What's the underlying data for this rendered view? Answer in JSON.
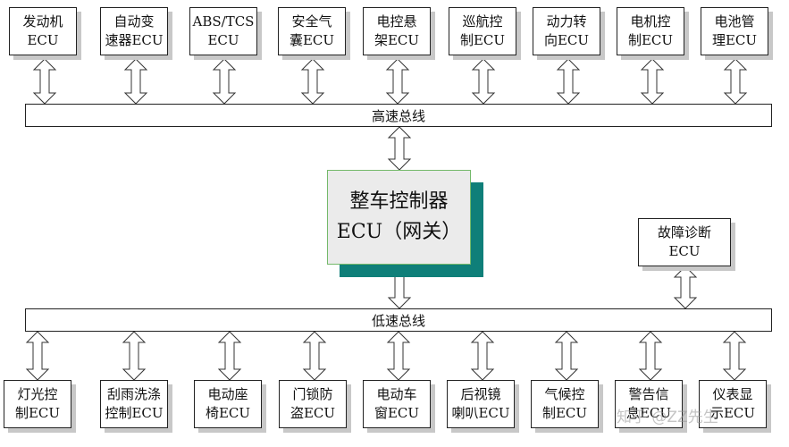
{
  "top_ecus": [
    {
      "line1": "发动机",
      "line2": "ECU"
    },
    {
      "line1": "自动变",
      "line2": "速器ECU"
    },
    {
      "line1": "ABS/TCS",
      "line2": "ECU"
    },
    {
      "line1": "安全气",
      "line2": "囊ECU"
    },
    {
      "line1": "电控悬",
      "line2": "架ECU"
    },
    {
      "line1": "巡航控",
      "line2": "制ECU"
    },
    {
      "line1": "动力转",
      "line2": "向ECU"
    },
    {
      "line1": "电机控",
      "line2": "制ECU"
    },
    {
      "line1": "电池管",
      "line2": "理ECU"
    }
  ],
  "high_speed_bus": "高速总线",
  "gateway": {
    "line1": "整车控制器",
    "line2": "ECU（网关）"
  },
  "diagnostic": {
    "line1": "故障诊断",
    "line2": "ECU"
  },
  "low_speed_bus": "低速总线",
  "bottom_ecus": [
    {
      "line1": "灯光控",
      "line2": "制ECU"
    },
    {
      "line1": "刮雨洗涤",
      "line2": "控制ECU"
    },
    {
      "line1": "电动座",
      "line2": "椅ECU"
    },
    {
      "line1": "门锁防",
      "line2": "盗ECU"
    },
    {
      "line1": "电动车",
      "line2": "窗ECU"
    },
    {
      "line1": "后视镜",
      "line2": "喇叭ECU"
    },
    {
      "line1": "气候控",
      "line2": "制ECU"
    },
    {
      "line1": "警告信",
      "line2": "息ECU"
    },
    {
      "line1": "仪表显",
      "line2": "示ECU"
    }
  ],
  "watermark": "知乎 @ZZ先生"
}
